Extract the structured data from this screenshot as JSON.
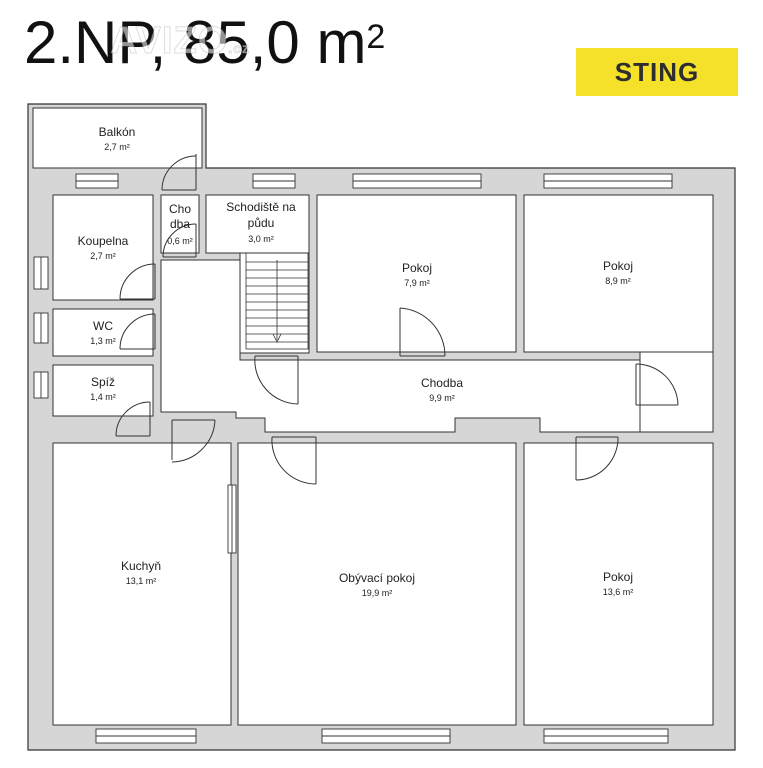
{
  "title": {
    "text": "2.NP, 85,0 m",
    "superscript": "2"
  },
  "watermark": {
    "text": "AVIZO",
    "suffix": ".cz"
  },
  "logo": {
    "text": "STING",
    "color": "#f5e12a"
  },
  "rooms": [
    {
      "id": "balkon",
      "name": "Balkón",
      "area": "2,7 m²"
    },
    {
      "id": "koupelna",
      "name": "Koupelna",
      "area": "2,7 m²"
    },
    {
      "id": "chodba-small",
      "name_lines": [
        "Cho",
        "dba"
      ],
      "area": "0,6 m²"
    },
    {
      "id": "schodiste",
      "name_lines": [
        "Schodiště na",
        "půdu"
      ],
      "area": "3,0 m²"
    },
    {
      "id": "pokoj-1",
      "name": "Pokoj",
      "area": "7,9 m²"
    },
    {
      "id": "pokoj-2",
      "name": "Pokoj",
      "area": "8,9 m²"
    },
    {
      "id": "wc",
      "name": "WC",
      "area": "1,3 m²"
    },
    {
      "id": "spiz",
      "name": "Spíž",
      "area": "1,4 m²"
    },
    {
      "id": "chodba",
      "name": "Chodba",
      "area": "9,9 m²"
    },
    {
      "id": "kuchyn",
      "name": "Kuchyň",
      "area": "13,1 m²"
    },
    {
      "id": "obyvaci",
      "name": "Obývací pokoj",
      "area": "19,9 m²"
    },
    {
      "id": "pokoj-3",
      "name": "Pokoj",
      "area": "13,6 m²"
    }
  ],
  "colors": {
    "wall": "#d6d6d6",
    "line": "#333333",
    "room": "#ffffff"
  }
}
